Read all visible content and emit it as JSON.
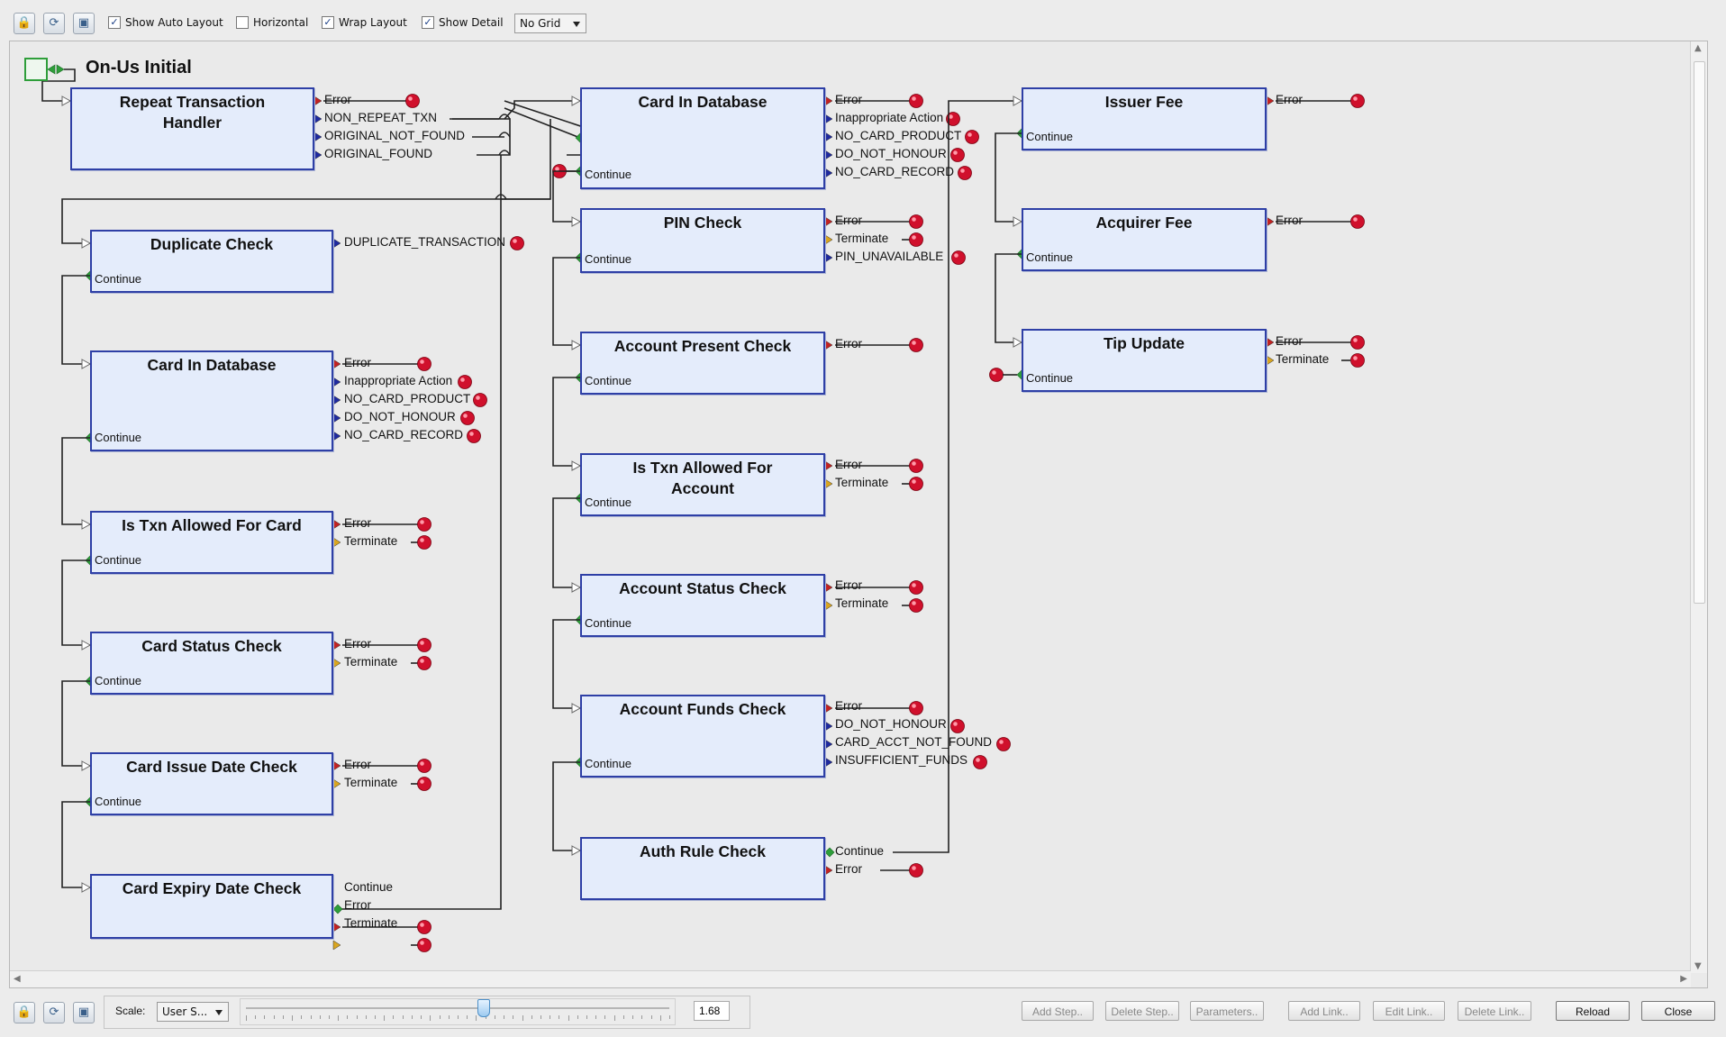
{
  "toolbar": {
    "icons": [
      "lock-icon",
      "refresh-icon",
      "save-icon"
    ],
    "show_auto_layout": {
      "label": "Show Auto Layout",
      "checked": true
    },
    "horizontal": {
      "label": "Horizontal",
      "checked": false
    },
    "wrap_layout": {
      "label": "Wrap Layout",
      "checked": true
    },
    "show_detail": {
      "label": "Show Detail",
      "checked": true
    },
    "grid_select": "No Grid"
  },
  "flow": {
    "title": "On-Us Initial",
    "colors": {
      "node_fill": "#e4ecfb",
      "node_border": "#2e3fa6",
      "terminal_red": "#d0102c",
      "continue_green": "#2e9e3a",
      "error_arrow": "#c22222",
      "terminate_arrow": "#d9a520",
      "outcome_arrow": "#1f2a9e"
    },
    "nodes": [
      {
        "id": "repeat",
        "title": "Repeat Transaction Handler",
        "input": "",
        "outputs": [
          "Error",
          "NON_REPEAT_TXN",
          "ORIGINAL_NOT_FOUND",
          "ORIGINAL_FOUND"
        ]
      },
      {
        "id": "dup",
        "title": "Duplicate Check",
        "input": "Continue",
        "outputs": [
          "DUPLICATE_TRANSACTION"
        ]
      },
      {
        "id": "cid1",
        "title": "Card In Database",
        "input": "Continue",
        "outputs": [
          "Error",
          "Inappropriate Action",
          "NO_CARD_PRODUCT",
          "DO_NOT_HONOUR",
          "NO_CARD_RECORD"
        ]
      },
      {
        "id": "txncard",
        "title": "Is Txn Allowed For Card",
        "input": "Continue",
        "outputs": [
          "Error",
          "Terminate"
        ]
      },
      {
        "id": "cstatus",
        "title": "Card Status Check",
        "input": "Continue",
        "outputs": [
          "Error",
          "Terminate"
        ]
      },
      {
        "id": "cissue",
        "title": "Card Issue Date Check",
        "input": "Continue",
        "outputs": [
          "Error",
          "Terminate"
        ]
      },
      {
        "id": "cexpiry",
        "title": "Card Expiry Date Check",
        "input": "",
        "outputs": [
          "Continue",
          "Error",
          "Terminate"
        ]
      },
      {
        "id": "cid2",
        "title": "Card In Database",
        "input": "Continue",
        "outputs": [
          "Error",
          "Inappropriate Action",
          "NO_CARD_PRODUCT",
          "DO_NOT_HONOUR",
          "NO_CARD_RECORD"
        ]
      },
      {
        "id": "pin",
        "title": "PIN Check",
        "input": "Continue",
        "outputs": [
          "Error",
          "Terminate",
          "PIN_UNAVAILABLE"
        ]
      },
      {
        "id": "acctpres",
        "title": "Account Present Check",
        "input": "Continue",
        "outputs": [
          "Error"
        ]
      },
      {
        "id": "txnacct",
        "title": "Is Txn Allowed For Account",
        "input": "Continue",
        "outputs": [
          "Error",
          "Terminate"
        ]
      },
      {
        "id": "acctstatus",
        "title": "Account Status Check",
        "input": "Continue",
        "outputs": [
          "Error",
          "Terminate"
        ]
      },
      {
        "id": "acctfunds",
        "title": "Account Funds Check",
        "input": "Continue",
        "outputs": [
          "Error",
          "DO_NOT_HONOUR",
          "CARD_ACCT_NOT_FOUND",
          "INSUFFICIENT_FUNDS"
        ]
      },
      {
        "id": "authrule",
        "title": "Auth Rule Check",
        "input": "",
        "outputs": [
          "Continue",
          "Error"
        ]
      },
      {
        "id": "issuer",
        "title": "Issuer Fee",
        "input": "Continue",
        "outputs": [
          "Error"
        ]
      },
      {
        "id": "acquirer",
        "title": "Acquirer Fee",
        "input": "Continue",
        "outputs": [
          "Error"
        ]
      },
      {
        "id": "tip",
        "title": "Tip Update",
        "input": "Continue",
        "outputs": [
          "Error",
          "Terminate"
        ]
      }
    ]
  },
  "statusbar": {
    "icons": [
      "lock-icon",
      "refresh-icon",
      "save-icon"
    ],
    "scale_label": "Scale:",
    "scale_select": "User S...",
    "scale_value": "1.68",
    "buttons": {
      "add_step": "Add Step..",
      "delete_step": "Delete Step..",
      "parameters": "Parameters..",
      "add_link": "Add Link..",
      "edit_link": "Edit Link..",
      "delete_link": "Delete Link..",
      "reload": "Reload",
      "close": "Close"
    }
  }
}
